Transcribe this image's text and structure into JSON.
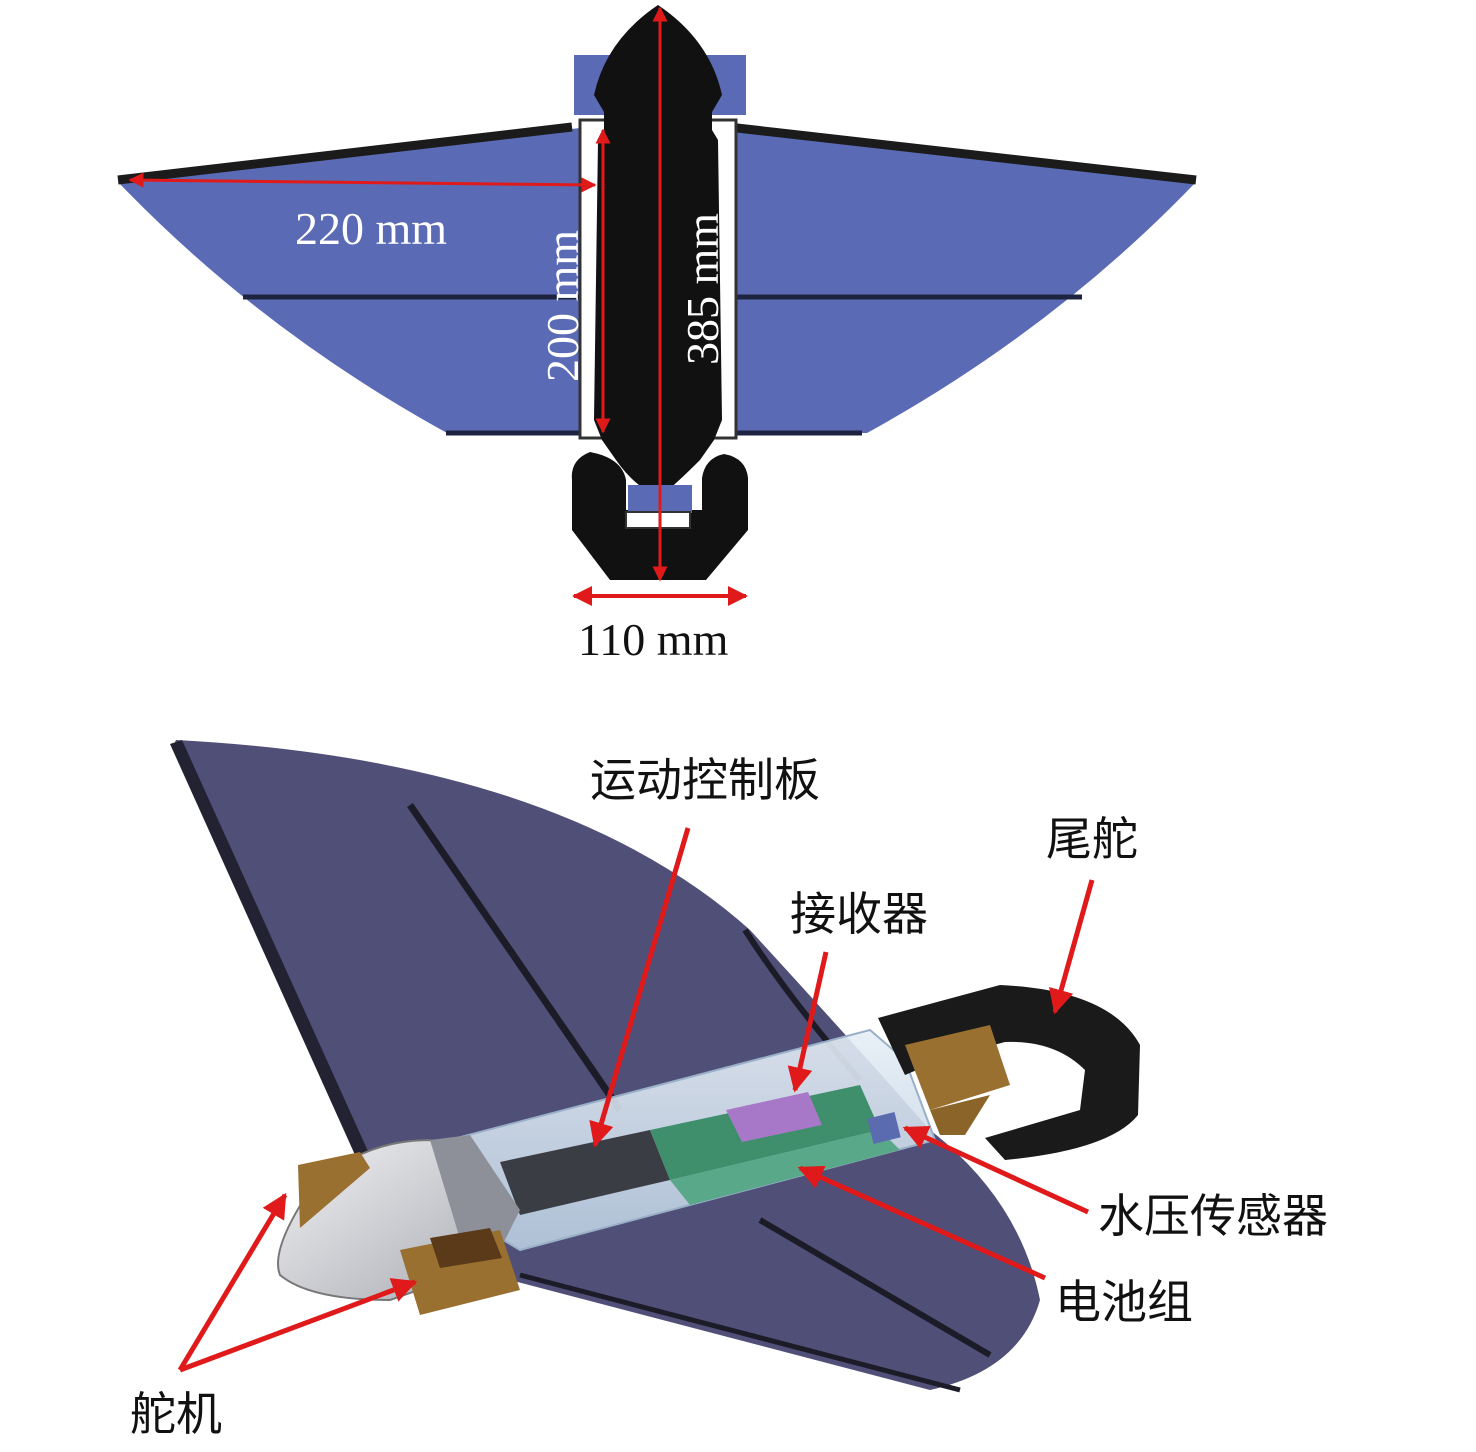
{
  "top_view": {
    "dim_span": "220 mm",
    "dim_body": "200 mm",
    "dim_length": "385 mm",
    "dim_tail": "110 mm"
  },
  "iso_view": {
    "labels": {
      "motion_board": "运动控制板",
      "tail_rudder": "尾舵",
      "receiver": "接收器",
      "pressure_sensor": "水压传感器",
      "battery": "电池组",
      "servo": "舵机"
    }
  },
  "colors": {
    "wing_top": "#5a6ab5",
    "wing_iso": "#4f4f78",
    "body": "#111111",
    "arrow": "#e01a1a",
    "servo": "#9a7030",
    "battery": "#3f8f6c",
    "receiver": "#a878c8"
  }
}
